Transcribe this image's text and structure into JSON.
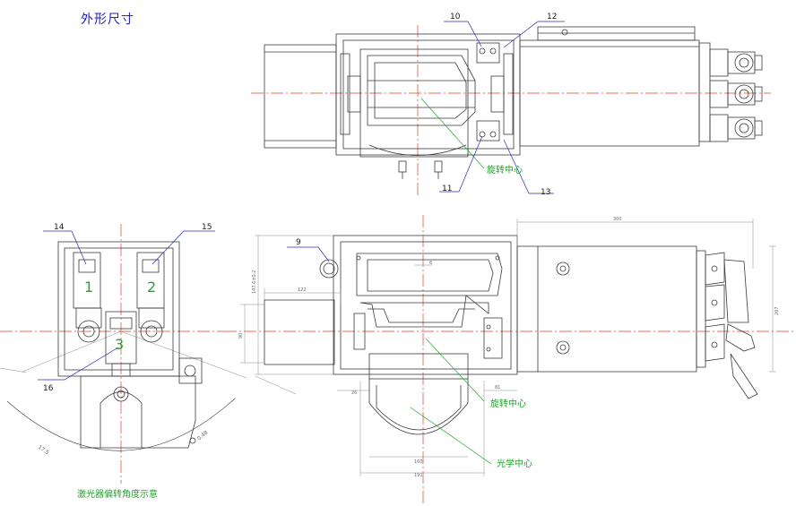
{
  "title": "外形尺寸",
  "caption": "激光器偏转角度示意",
  "callouts": [
    "9",
    "10",
    "11",
    "12",
    "13",
    "14",
    "15",
    "16"
  ],
  "regions": [
    "1",
    "2",
    "3"
  ],
  "labels": {
    "rotation_center_top": "旋转中心",
    "rotation_center_front": "旋转中心",
    "optical_center": "光学中心"
  },
  "dimensions": {
    "d300": "300",
    "d207": "207",
    "d122": "122",
    "d90": "90",
    "d81": "81",
    "d26": "26",
    "d6": "6",
    "d160": "160",
    "d191": "191",
    "d147": "147.6±0.2",
    "ang_left": "17.5",
    "ang_right": "0.48"
  },
  "colors": {
    "outline": "#3a3a3a",
    "centerline": "#e2401c",
    "leader": "#2b2bb8",
    "green": "#21a52b",
    "callout_text": "#1a1a1a"
  }
}
